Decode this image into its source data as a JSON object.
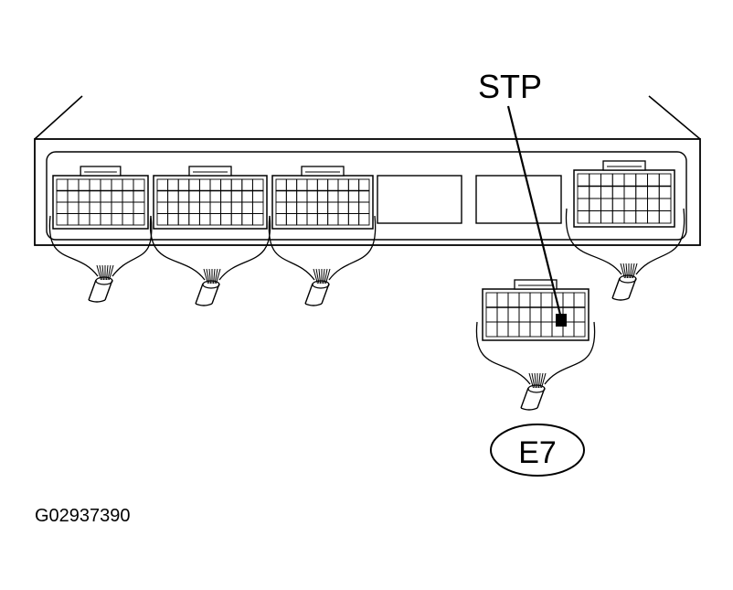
{
  "labels": {
    "terminal": "STP",
    "connector": "E7",
    "figure_id": "G02937390"
  },
  "colors": {
    "line": "#000000",
    "background": "#ffffff"
  }
}
